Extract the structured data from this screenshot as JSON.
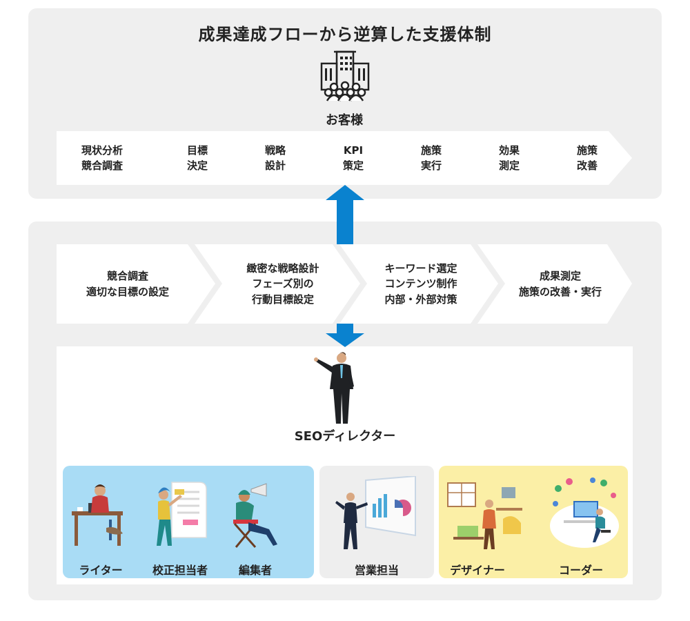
{
  "title": "成果達成フローから逆算した支援体制",
  "client": {
    "label": "お客様",
    "icon": "building-crowd-icon"
  },
  "flow_steps": [
    {
      "line1": "現状分析",
      "line2": "競合調査"
    },
    {
      "line1": "目標",
      "line2": "決定"
    },
    {
      "line1": "戦略",
      "line2": "設計"
    },
    {
      "line1": "KPI",
      "line2": "策定"
    },
    {
      "line1": "施策",
      "line2": "実行"
    },
    {
      "line1": "効果",
      "line2": "測定"
    },
    {
      "line1": "施策",
      "line2": "改善"
    }
  ],
  "strategy_steps": [
    {
      "lines": [
        "競合調査",
        "適切な目標の設定"
      ]
    },
    {
      "lines": [
        "緻密な戦略設計",
        "フェーズ別の",
        "行動目標設定"
      ]
    },
    {
      "lines": [
        "キーワード選定",
        "コンテンツ制作",
        "内部・外部対策"
      ]
    },
    {
      "lines": [
        "成果測定",
        "施策の改善・実行"
      ]
    }
  ],
  "director": {
    "label": "SEOディレクター",
    "icon": "presenting-businessman-icon"
  },
  "roles": {
    "writer": "ライター",
    "proofreader": "校正担当者",
    "editor": "編集者",
    "sales": "営業担当",
    "designer": "デザイナー",
    "coder": "コーダー"
  },
  "colors": {
    "panel": "#efefef",
    "arrow_blue": "#0a82cf",
    "group_blue": "#a9dcf5",
    "group_gray": "#eeeeee",
    "group_yellow": "#fbefa6"
  }
}
